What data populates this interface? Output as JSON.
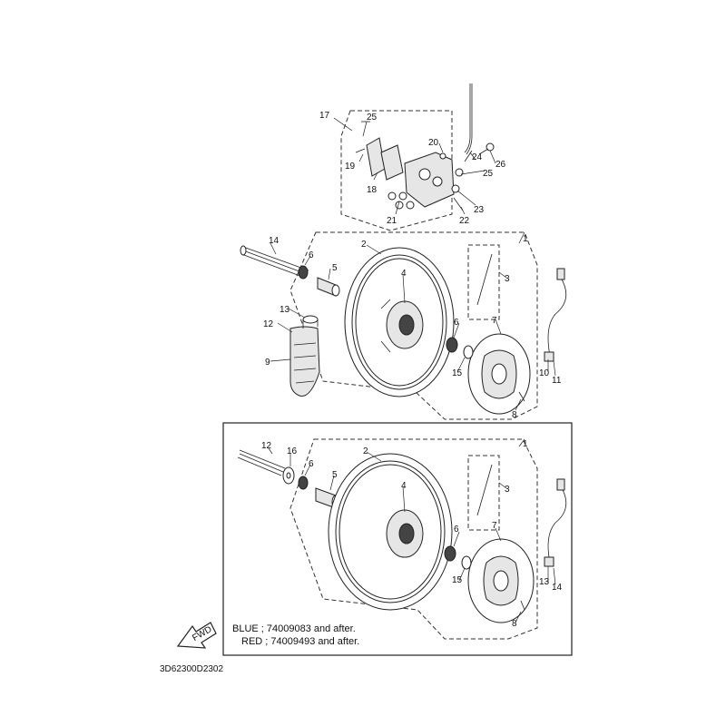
{
  "diagram": {
    "callouts_top": [
      "1",
      "2",
      "3",
      "4",
      "5",
      "6",
      "6",
      "7",
      "8",
      "9",
      "10",
      "11",
      "12",
      "13",
      "14",
      "15",
      "17",
      "18",
      "19",
      "20",
      "21",
      "22",
      "23",
      "24",
      "25",
      "25",
      "26"
    ],
    "callouts_bottom": [
      "1",
      "2",
      "3",
      "4",
      "5",
      "6",
      "6",
      "7",
      "8",
      "12",
      "13",
      "14",
      "15",
      "16"
    ],
    "notes": {
      "blue": "BLUE ; 74009083 and after.",
      "red": "RED ; 74009493 and after."
    },
    "fwd_label": "FWD",
    "drawing_code": "3D62300D2302"
  }
}
